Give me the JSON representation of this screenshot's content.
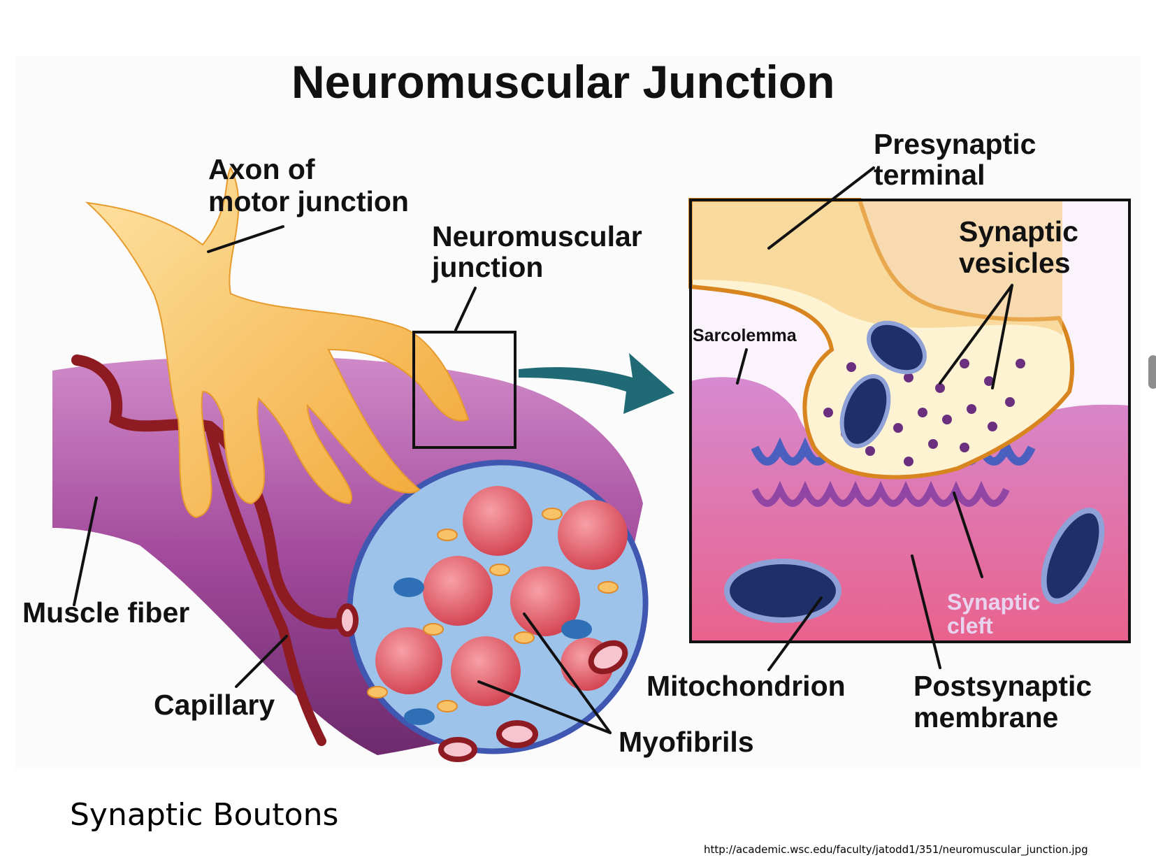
{
  "diagram": {
    "title": "Neuromuscular Junction",
    "labels": {
      "axon": [
        "Axon of",
        "motor junction"
      ],
      "nmj": [
        "Neuromuscular",
        "junction"
      ],
      "presynaptic": [
        "Presynaptic",
        "terminal"
      ],
      "vesicles": [
        "Synaptic",
        "vesicles"
      ],
      "sarcolemma": "Sarcolemma",
      "muscle_fiber": "Muscle fiber",
      "capillary": "Capillary",
      "myofibrils": "Myofibrils",
      "mitochondrion": "Mitochondrion",
      "postsynaptic": [
        "Postsynaptic",
        "membrane"
      ],
      "cleft": [
        "Synaptic",
        "cleft"
      ]
    }
  },
  "slide": {
    "caption": "Synaptic Boutons",
    "source": "http://academic.wsc.edu/faculty/jatodd1/351/neuromuscular_junction.jpg"
  },
  "colors": {
    "muscle": "#a24a9c",
    "muscle_light": "#cf86c9",
    "axon": "#f3b13f",
    "axon_light": "#fde3a3",
    "capillary": "#8e1b22",
    "myofibril": "#e85a66",
    "cross_section": "#9ec3ea",
    "arrow": "#1f6a74",
    "mito": "#1f2f6a"
  }
}
